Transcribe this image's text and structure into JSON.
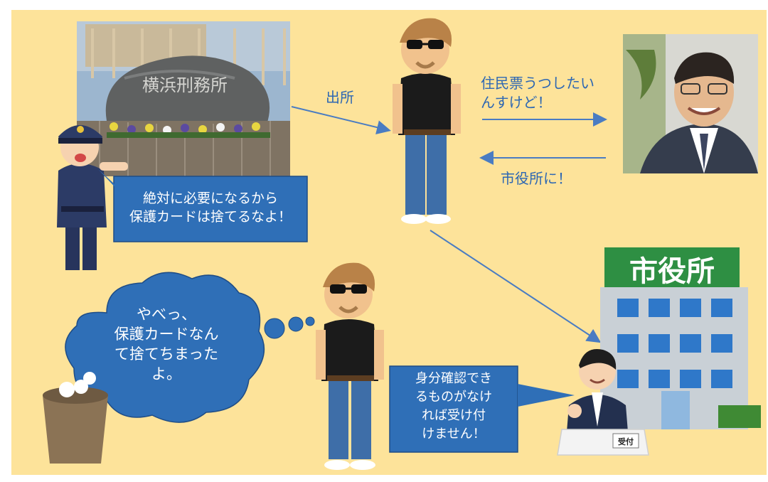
{
  "scene": {
    "background_color": "#fde39a",
    "accent_color": "#4a7cc2",
    "bubble_color": "#2f6fb7"
  },
  "photos": {
    "prison": {
      "carved_text": "横浜刑務所"
    },
    "city_hall_sign": "市役所",
    "reception_sign": "受付"
  },
  "flow": {
    "release_label": "出所",
    "request_label": "住民票うつしたい\nんすけど！",
    "reply_label": "市役所に！"
  },
  "guard_callout": "絶対に必要になるから\n保護カードは捨てるなよ！",
  "thought_bubble": "やべっ、\n保護カードなん\nて捨てちまった\nよ。",
  "clerk_callout": "身分確認でき\nるものがなけ\nれば受け付\nけません！",
  "icons": [
    "police-officer",
    "man-sunglasses",
    "businessman-photo",
    "city-hall-building",
    "reception-clerk",
    "trash-can",
    "arrow-right",
    "arrow-left"
  ]
}
